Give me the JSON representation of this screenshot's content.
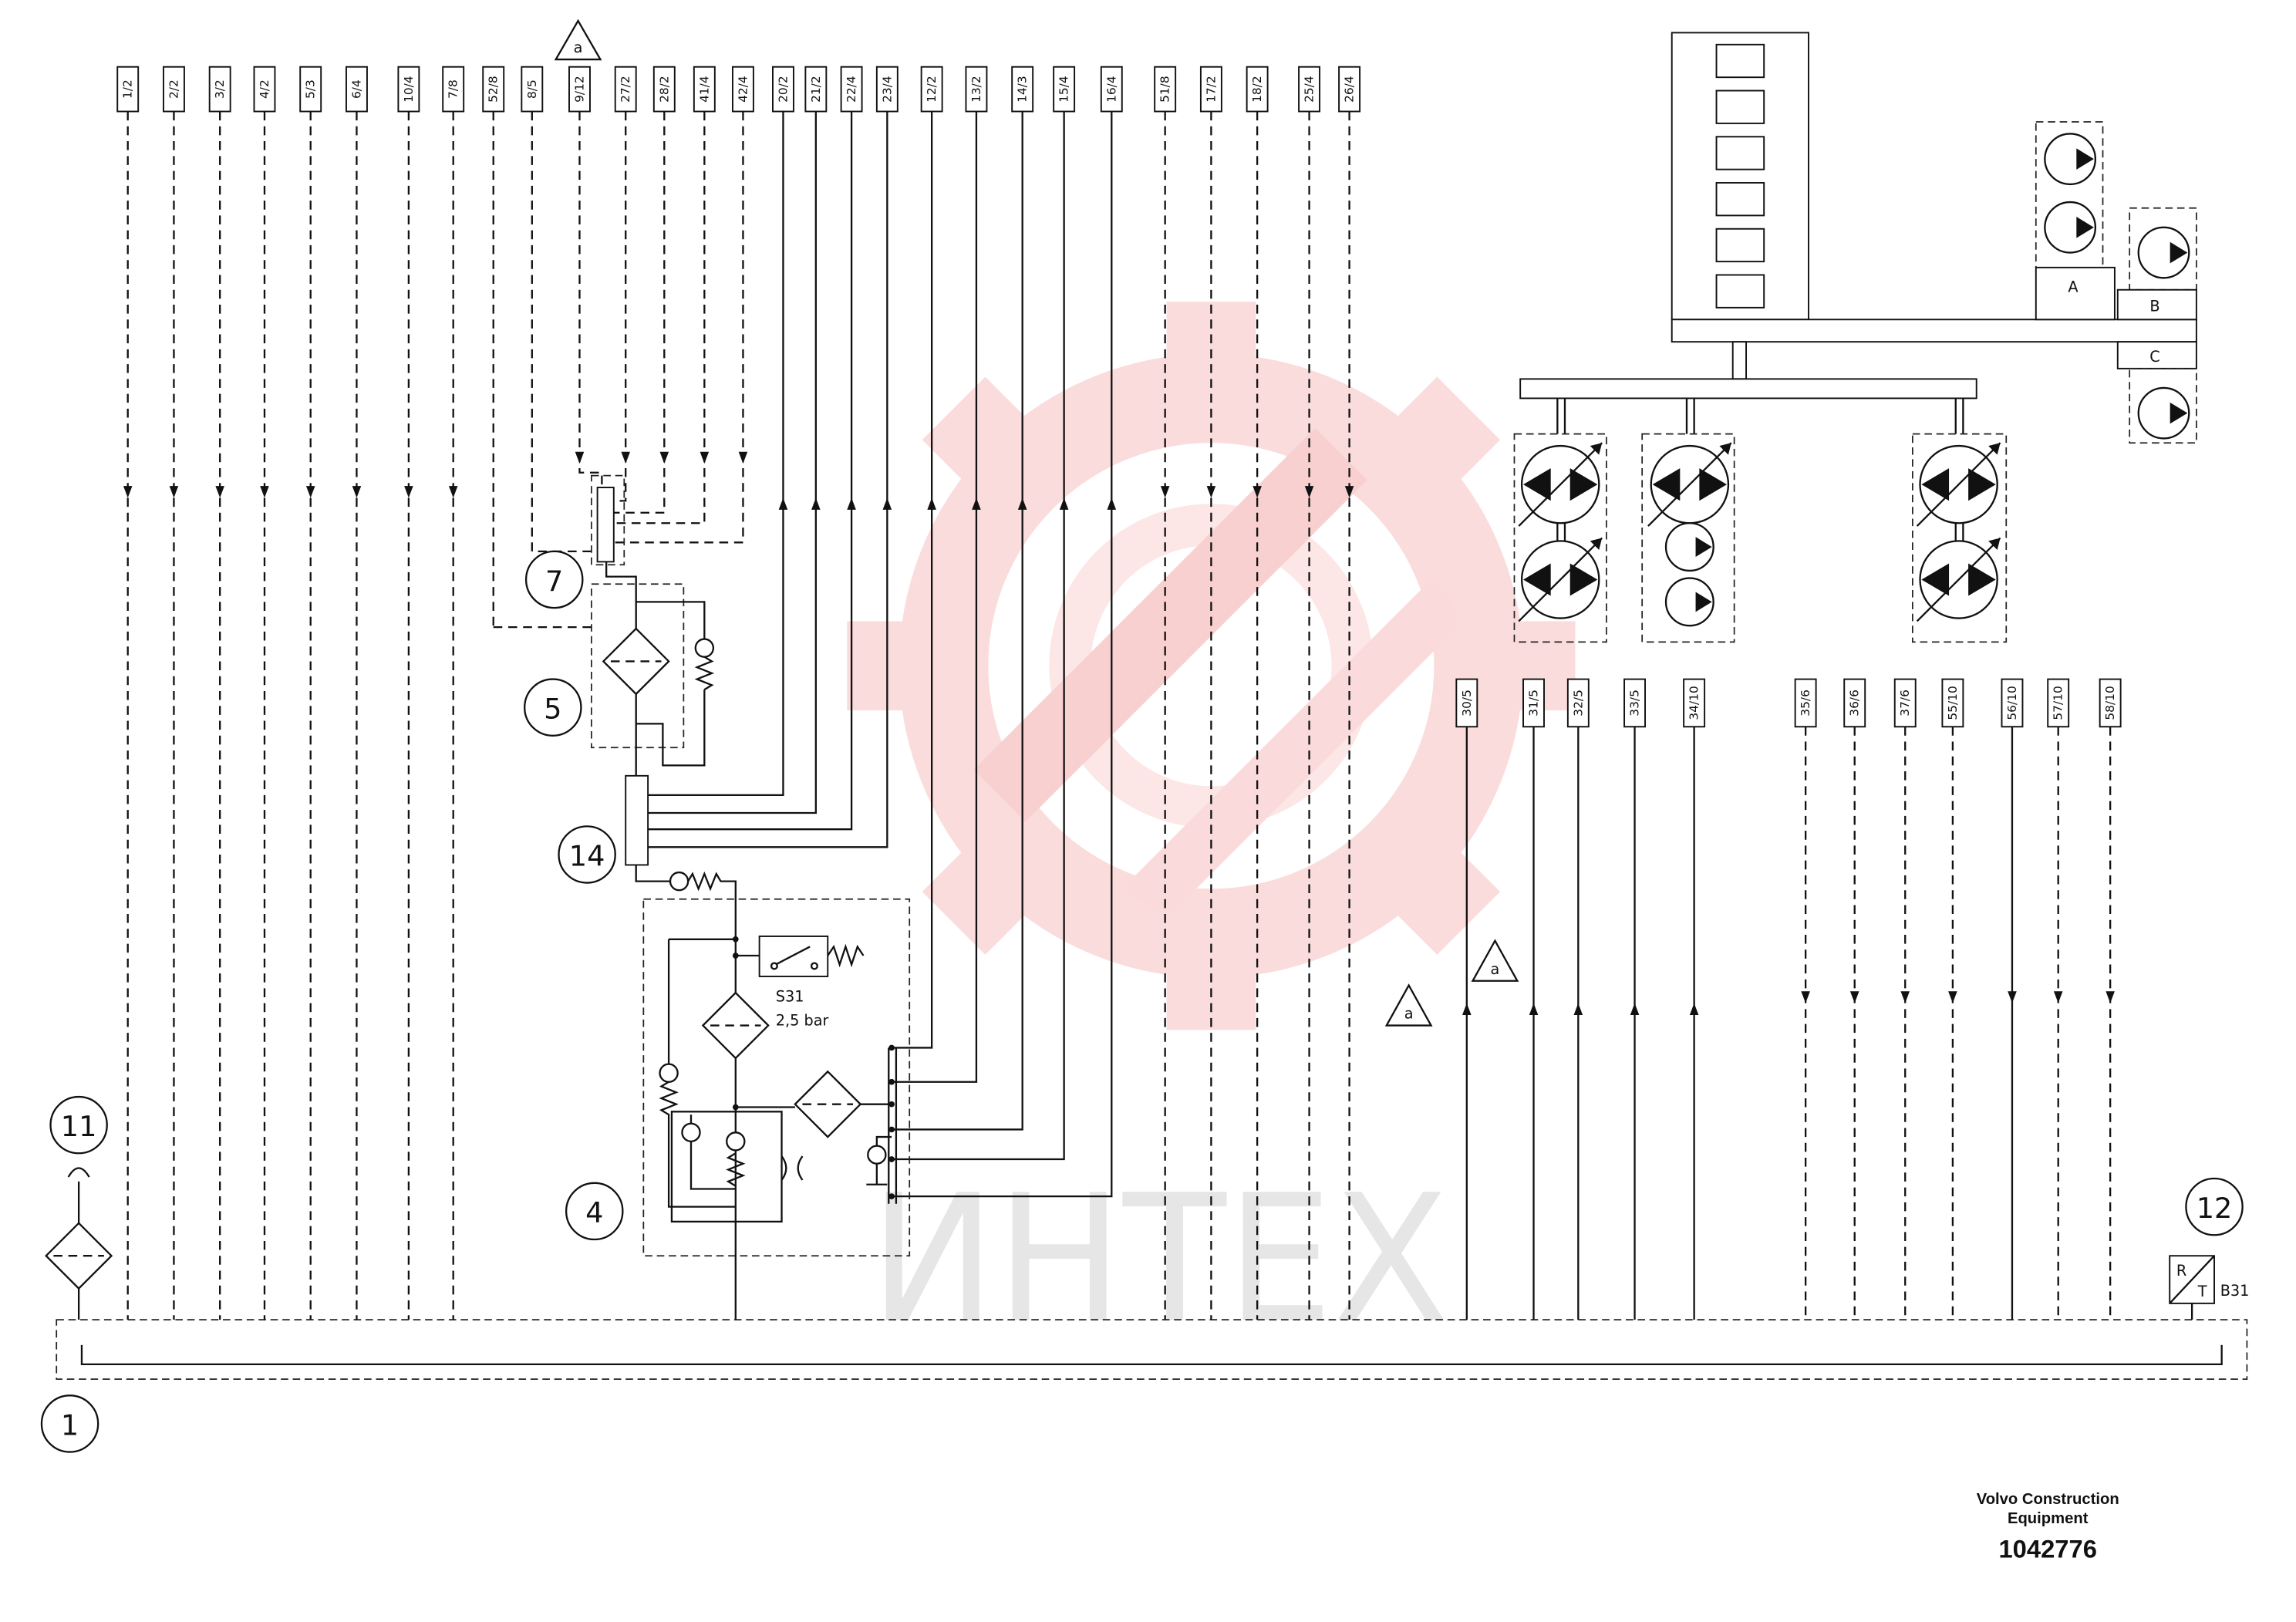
{
  "diagram": {
    "reference_marker": "a",
    "top_connectors": [
      {
        "label": "1/2",
        "dashed": true,
        "arrow_down": true
      },
      {
        "label": "2/2",
        "dashed": true,
        "arrow_down": true
      },
      {
        "label": "3/2",
        "dashed": true,
        "arrow_down": true
      },
      {
        "label": "4/2",
        "dashed": true,
        "arrow_down": true
      },
      {
        "label": "5/3",
        "dashed": true,
        "arrow_down": true
      },
      {
        "label": "6/4",
        "dashed": true,
        "arrow_down": true
      },
      {
        "label": "10/4",
        "dashed": true,
        "arrow_down": true
      },
      {
        "label": "7/8",
        "dashed": true,
        "arrow_down": true
      },
      {
        "label": "52/8",
        "dashed": true,
        "arrow_down": true
      },
      {
        "label": "8/5",
        "dashed": true,
        "arrow_down": true
      },
      {
        "label": "9/12",
        "dashed": true,
        "arrow_down": true
      },
      {
        "label": "27/2",
        "dashed": true,
        "arrow_down": true
      },
      {
        "label": "28/2",
        "dashed": true,
        "arrow_down": true
      },
      {
        "label": "41/4",
        "dashed": true,
        "arrow_down": true
      },
      {
        "label": "42/4",
        "dashed": true,
        "arrow_down": true
      },
      {
        "label": "20/2",
        "dashed": false,
        "arrow_down": false
      },
      {
        "label": "21/2",
        "dashed": false,
        "arrow_down": false
      },
      {
        "label": "22/4",
        "dashed": false,
        "arrow_down": false
      },
      {
        "label": "23/4",
        "dashed": false,
        "arrow_down": false
      },
      {
        "label": "12/2",
        "dashed": false,
        "arrow_down": false
      },
      {
        "label": "13/2",
        "dashed": false,
        "arrow_down": false
      },
      {
        "label": "14/3",
        "dashed": false,
        "arrow_down": false
      },
      {
        "label": "15/4",
        "dashed": false,
        "arrow_down": false
      },
      {
        "label": "16/4",
        "dashed": false,
        "arrow_down": false
      },
      {
        "label": "51/8",
        "dashed": true,
        "arrow_down": true
      },
      {
        "label": "17/2",
        "dashed": true,
        "arrow_down": true
      },
      {
        "label": "18/2",
        "dashed": true,
        "arrow_down": true
      },
      {
        "label": "25/4",
        "dashed": true,
        "arrow_down": true
      },
      {
        "label": "26/4",
        "dashed": true,
        "arrow_down": true
      }
    ],
    "bottom_connectors": [
      {
        "label": "30/5",
        "dashed": false,
        "arrow_down": false
      },
      {
        "label": "31/5",
        "dashed": false,
        "arrow_down": false
      },
      {
        "label": "32/5",
        "dashed": false,
        "arrow_down": false
      },
      {
        "label": "33/5",
        "dashed": false,
        "arrow_down": false
      },
      {
        "label": "34/10",
        "dashed": false,
        "arrow_down": false
      },
      {
        "label": "35/6",
        "dashed": true,
        "arrow_down": true
      },
      {
        "label": "36/6",
        "dashed": true,
        "arrow_down": true
      },
      {
        "label": "37/6",
        "dashed": true,
        "arrow_down": true
      },
      {
        "label": "55/10",
        "dashed": true,
        "arrow_down": true
      },
      {
        "label": "56/10",
        "dashed": false,
        "arrow_down": true
      },
      {
        "label": "57/10",
        "dashed": true,
        "arrow_down": true
      },
      {
        "label": "58/10",
        "dashed": true,
        "arrow_down": true
      }
    ],
    "callouts": {
      "c1": "1",
      "c4": "4",
      "c5": "5",
      "c7": "7",
      "c11": "11",
      "c12": "12",
      "c14": "14"
    },
    "pressure_switch": {
      "id": "S31",
      "setting": "2,5 bar"
    },
    "sensor": {
      "id": "B31",
      "top": "R",
      "bottom": "T"
    },
    "pump_drives": {
      "a": "A",
      "b": "B",
      "c": "C"
    }
  },
  "watermark": "ИНТЕХ",
  "footer": {
    "company_line1": "Volvo Construction",
    "company_line2": "Equipment",
    "drawing_number": "1042776"
  }
}
